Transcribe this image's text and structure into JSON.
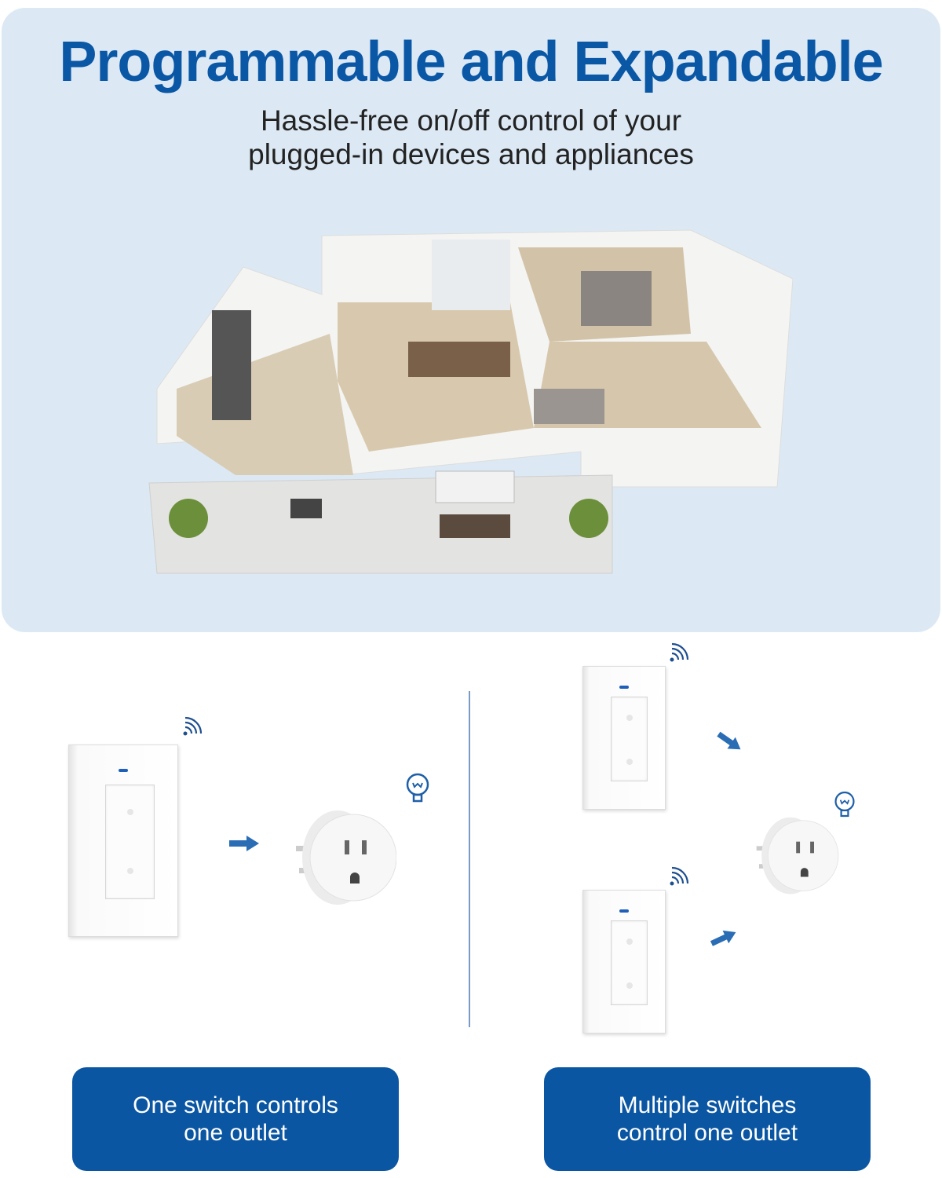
{
  "header": {
    "title": "Programmable and Expandable",
    "subtitle_line1": "Hassle-free on/off control of your",
    "subtitle_line2": "plugged-in devices and appliances"
  },
  "captions": {
    "single": {
      "line1": "One switch controls",
      "line2": "one outlet"
    },
    "multiple": {
      "line1": "Multiple switches",
      "line2": "control one outlet"
    }
  },
  "colors": {
    "brand": "#0a57a6",
    "panel": "#dce9f4",
    "button": "#0b56a2"
  }
}
